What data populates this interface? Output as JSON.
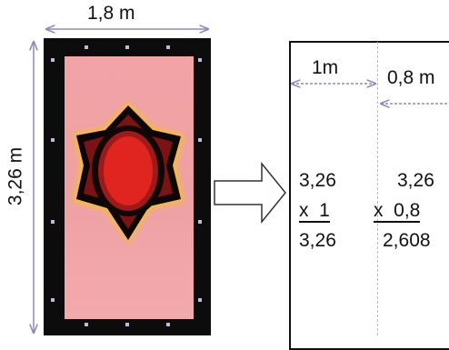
{
  "figure": {
    "rug_width_label": "1,8 m",
    "rug_length_label": "3,26 m"
  },
  "calculation": {
    "col1_width_label": "1m",
    "col2_width_label": "0,8 m",
    "col1": {
      "top": "3,26",
      "multiplier": "x  1",
      "result": "3,26"
    },
    "col2": {
      "top": "3,26",
      "multiplier": "x  0,8",
      "result": "2,608"
    }
  },
  "colors": {
    "rug_border": "#0c0c0c",
    "rug_field": "#f1a3a6",
    "medallion_outer": "#7a1414",
    "medallion_center": "#e0241f",
    "dimension_line": "#8e88bd"
  }
}
